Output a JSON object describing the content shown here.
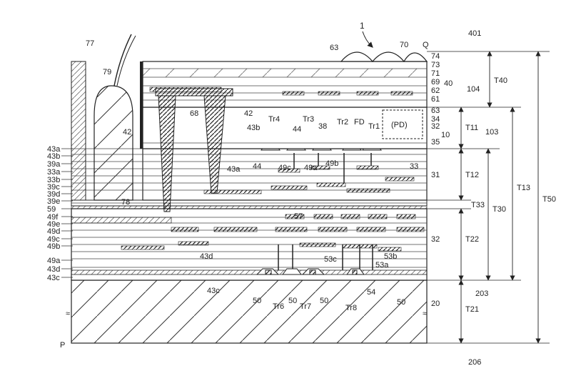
{
  "figure_number": "1",
  "corner_labels": {
    "left": "P",
    "right": "Q"
  },
  "top_labels": {
    "bond_wire": "77",
    "ball": "79",
    "lens": "63",
    "filter": "70"
  },
  "left_labels": [
    "43a",
    "43b",
    "39a",
    "33a",
    "33b",
    "39c",
    "39d",
    "39e",
    "59",
    "49f",
    "49e",
    "49d",
    "49c",
    "49b",
    "49a",
    "43d",
    "43c"
  ],
  "right_stack_labels": [
    "74",
    "73",
    "71",
    "69",
    "62",
    "61",
    "63",
    "34",
    "32",
    "35"
  ],
  "region_labels": {
    "r40": "40",
    "r10": "10",
    "r31": "31",
    "r32": "32",
    "r20": "20",
    "pd": "(PD)"
  },
  "inner_labels": {
    "via_68": "68",
    "via_42a": "42",
    "via_42b": "42",
    "l43b": "43b",
    "l43a": "43a",
    "l44a": "44",
    "l44b": "44",
    "l38": "38",
    "l49c": "49c",
    "l49a": "49a",
    "l49b": "49b",
    "l33": "33",
    "l78": "78",
    "l57": "57",
    "l43d": "43d",
    "l53c": "53c",
    "l53b": "53b",
    "l53a": "53a",
    "l43c": "43c",
    "l54": "54"
  },
  "transistors": {
    "tr1": "Tr1",
    "tr2": "Tr2",
    "tr3": "Tr3",
    "tr4": "Tr4",
    "fd": "FD",
    "tr6": "Tr6",
    "tr7": "Tr7",
    "tr8": "Tr8"
  },
  "bottom_labels": {
    "b50a": "50",
    "b50b": "50",
    "b50c": "50",
    "b50d": "50"
  },
  "thickness_labels": {
    "t40": "T40",
    "t11": "T11",
    "t12": "T12",
    "t13": "T13",
    "t50": "T50",
    "t33": "T33",
    "t30": "T30",
    "t22": "T22",
    "t21": "T21"
  },
  "boundary_labels": {
    "b401": "401",
    "b104": "104",
    "b103": "103",
    "b203": "203",
    "b206": "206"
  }
}
